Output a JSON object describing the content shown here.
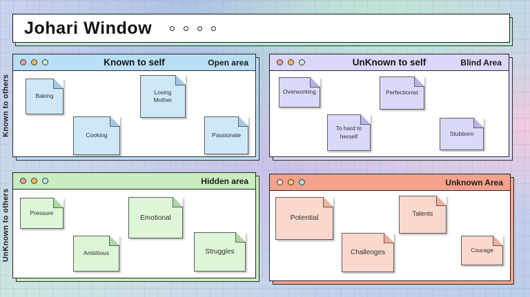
{
  "page": {
    "title": "Johari Window",
    "decorative_dot_count": 4
  },
  "row_labels": {
    "top": "Known to others",
    "bottom": "UnKnown to others"
  },
  "quadrants": {
    "open": {
      "window_title": "Known to self",
      "area_label": "Open area",
      "notes": [
        "Baking",
        "Cooking",
        "Loving Mother",
        "Passionate"
      ],
      "colors": {
        "header": "#b9dff6",
        "note": "#cfe8f8"
      }
    },
    "blind": {
      "window_title": "UnKnown to self",
      "area_label": "Blind Area",
      "notes": [
        "Overworking",
        "Perfectionist",
        "To hard to herself",
        "Stubborn"
      ],
      "colors": {
        "header": "#dcd7f8",
        "note": "#dbd9f9"
      }
    },
    "hidden": {
      "window_title": "",
      "area_label": "Hidden area",
      "notes": [
        "Pressure",
        "Ambitious",
        "Emotional",
        "Struggles"
      ],
      "colors": {
        "header": "#c8edbf",
        "note": "#def6d8"
      }
    },
    "unknown": {
      "window_title": "",
      "area_label": "Unknown Area",
      "notes": [
        "Potential",
        "Challenges",
        "Talents",
        "Courage"
      ],
      "colors": {
        "header": "#f4a28c",
        "note": "#fad8cd"
      }
    }
  },
  "window_controls": {
    "open": [
      "#f2a39e",
      "#f5b95e",
      "#c9ecd2"
    ],
    "blind": [
      "#f2a39e",
      "#f5b95e",
      "#c9ecd2"
    ],
    "hidden": [
      "#f2a39e",
      "#f5b95e",
      "#bfe7ee"
    ],
    "unknown": [
      "#f7d4d6",
      "#efca7a",
      "#9fe7d2"
    ]
  },
  "theme": {
    "titlebar_shadow": "#b8ead6",
    "background_palette": [
      "#a9bce3",
      "#bfe6d2",
      "#f4c9de",
      "#cbbfe6",
      "#cce6df",
      "#bccdea"
    ]
  }
}
